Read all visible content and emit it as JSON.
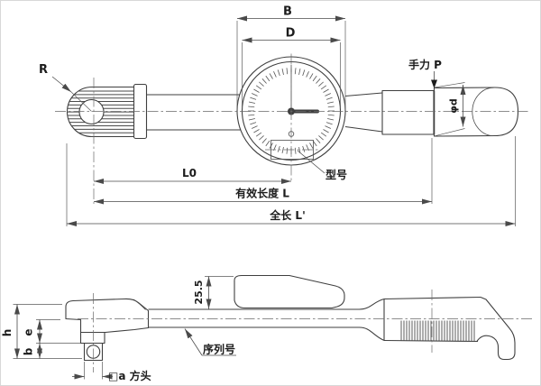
{
  "drawing_title": "dial-torque-wrench-dimension-drawing",
  "colors": {
    "line": "#3f3f3f",
    "dimension_line": "#4a4a4a",
    "centerline": "#6a6a6a",
    "text": "#1c1c1c",
    "background": "#ffffff"
  },
  "top_view": {
    "dim_B": "B",
    "dim_D": "D",
    "dim_R": "R",
    "hand_force": "手力 P",
    "phi_d": "φd",
    "dim_L0": "L0",
    "effective_length": "有效长度 L",
    "overall_length": "全长 L'",
    "model_label": "型号"
  },
  "bottom_view": {
    "offset_height": "25.5",
    "dim_h": "h",
    "dim_e": "e",
    "dim_b": "b",
    "square_head": "□a 方头",
    "serial_label": "序列号"
  }
}
